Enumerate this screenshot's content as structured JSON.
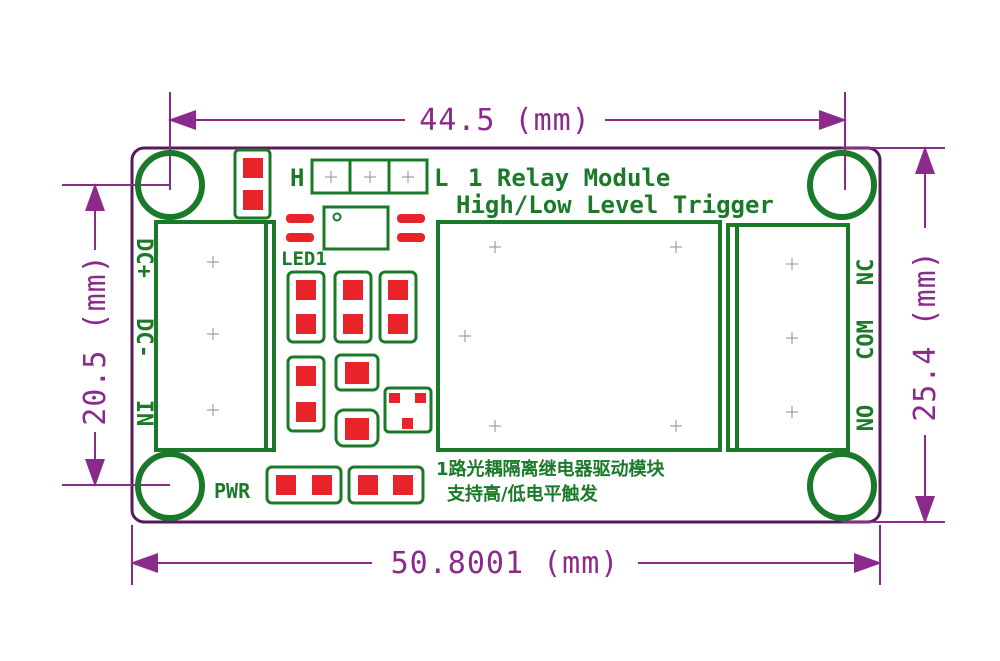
{
  "dimensions": {
    "width_top": "44.5 (mm)",
    "height_left": "20.5 (mm)",
    "height_right": "25.4 (mm)",
    "width_bottom": "50.8001 (mm)"
  },
  "board": {
    "title_line1": "1 Relay Module",
    "title_line2": "High/Low Level Trigger",
    "jumper_high": "H",
    "jumper_low": "L",
    "led_label": "LED1",
    "pwr_label": "PWR",
    "left_terminal": {
      "dc_plus": "DC+",
      "dc_minus": "DC-",
      "in": "IN"
    },
    "right_terminal": {
      "nc": "NC",
      "com": "COM",
      "no": "NO"
    },
    "cn_line1": "1路光耦隔离继电器驱动模块",
    "cn_line2": "支持高/低电平触发"
  },
  "colors": {
    "dimension": "#8b2a8b",
    "silkscreen": "#1a7a2a",
    "pad": "#e8242a"
  }
}
